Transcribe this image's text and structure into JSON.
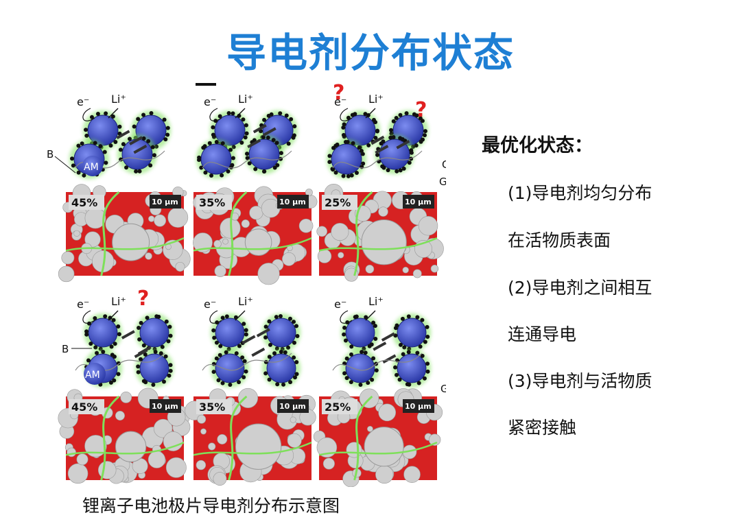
{
  "title": "导电剂分布状态",
  "caption": "锂离子电池极片导电剂分布示意图",
  "side": {
    "heading": "最优化状态：",
    "lines": [
      "(1)导电剂均匀分布",
      "在活物质表面",
      "(2)导电剂之间相互",
      "连通导电",
      "(3)导电剂与活物质",
      "紧密接触"
    ]
  },
  "figure": {
    "labels": {
      "electron": "e⁻",
      "lithium": "Li⁺",
      "question": "?",
      "binder": "B",
      "active_material": "AM",
      "carbon": "C",
      "graphite": "G",
      "scale_bar": "10 μm"
    },
    "panels": [
      {
        "row": "top",
        "percent": "45%"
      },
      {
        "row": "top",
        "percent": "35%"
      },
      {
        "row": "top",
        "percent": "25%"
      },
      {
        "row": "bottom",
        "percent": "45%"
      },
      {
        "row": "bottom",
        "percent": "35%"
      },
      {
        "row": "bottom",
        "percent": "25%"
      }
    ]
  },
  "colors": {
    "title": "#1e7fd4",
    "particle": "#3b4fc0",
    "conductive_agent": "#7ee05a",
    "micrograph_red": "#d62222",
    "micrograph_grey": "#cfcfcf",
    "question": "#e02020"
  }
}
